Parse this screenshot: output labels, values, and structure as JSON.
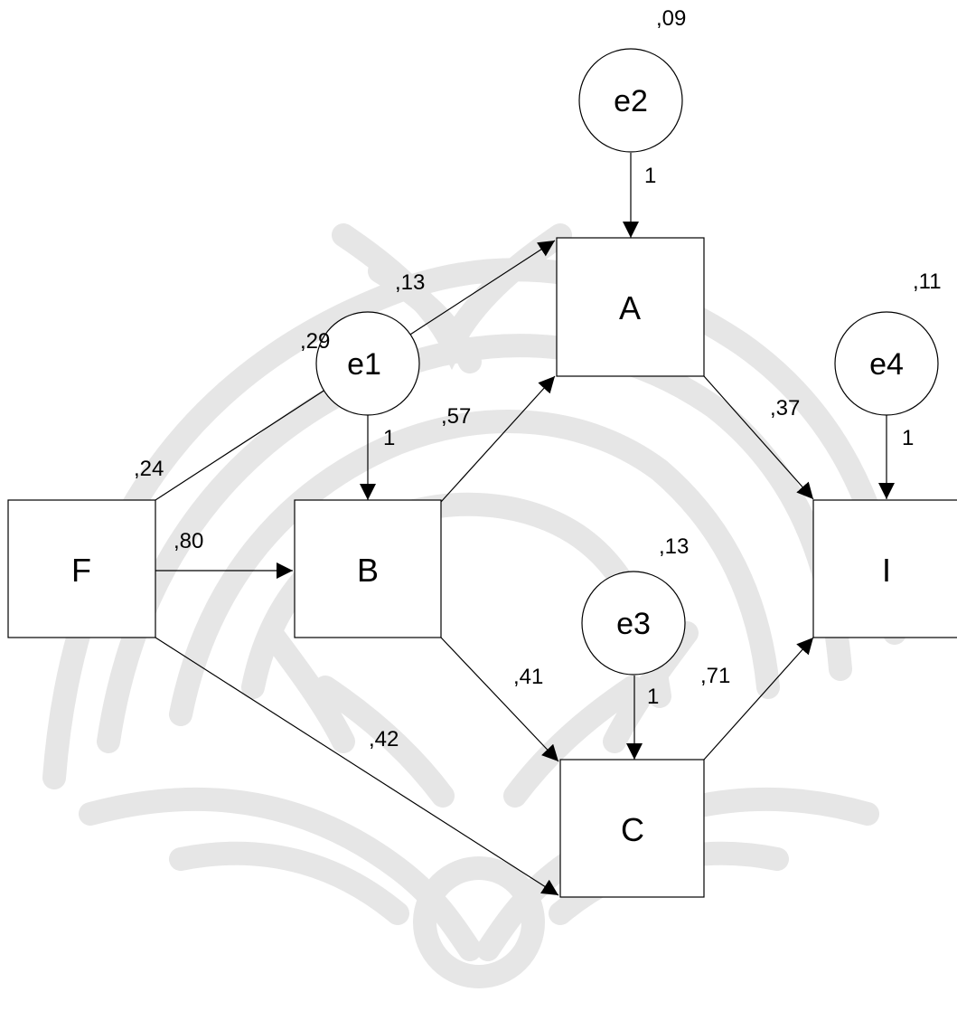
{
  "colors": {
    "line": "#000000",
    "background": "#ffffff",
    "watermark": "#e6e6e6"
  },
  "nodes": {
    "F": "F",
    "B": "B",
    "A": "A",
    "C": "C",
    "I": "I",
    "e1": "e1",
    "e2": "e2",
    "e3": "e3",
    "e4": "e4"
  },
  "variances": {
    "e1": ",29",
    "e2": ",09",
    "e3": ",13",
    "e4": ",11"
  },
  "paths": {
    "F_to_A": ",13",
    "F_to_A_second": ",24",
    "F_to_B": ",80",
    "F_to_C": ",42",
    "B_to_A": ",57",
    "B_to_C": ",41",
    "A_to_I": ",37",
    "C_to_I": ",71",
    "e1_to_B": "1",
    "e2_to_A": "1",
    "e3_to_C": "1",
    "e4_to_I": "1"
  }
}
